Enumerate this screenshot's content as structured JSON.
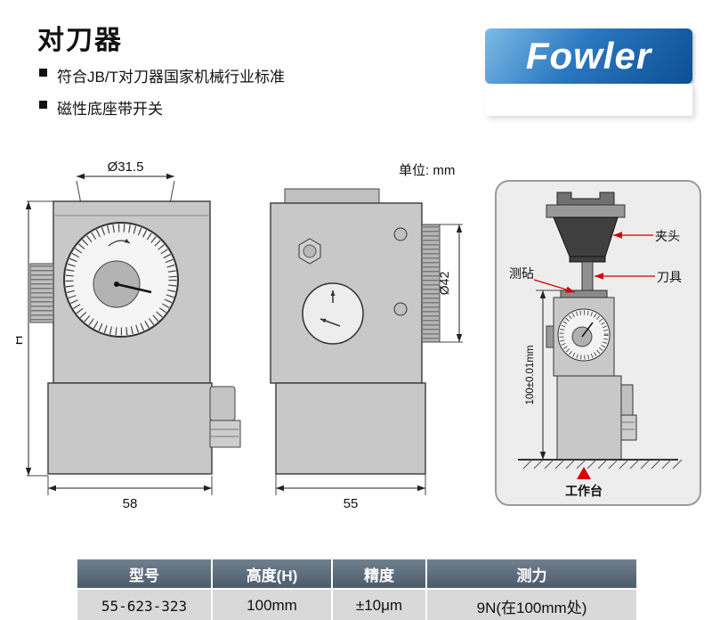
{
  "header": {
    "title": "对刀器",
    "bullets": [
      "符合JB/T对刀器国家机械行业标准",
      "磁性底座带开关"
    ],
    "brand": "Fowler"
  },
  "drawing": {
    "unit_label": "单位: mm",
    "front_view": {
      "dial_diameter": "Ø31.5",
      "height_label": "H",
      "base_width": "58"
    },
    "side_view": {
      "wheel_diameter": "Ø42",
      "base_width": "55"
    },
    "application": {
      "chuck_label": "夹头",
      "tool_label": "刀具",
      "anvil_label": "测砧",
      "height_dim": "100±0.01mm",
      "worktable_label": "工作台"
    }
  },
  "table": {
    "headers": [
      "型号",
      "高度(H)",
      "精度",
      "测力"
    ],
    "rows": [
      [
        "55-623-323",
        "100mm",
        "±10μm",
        "9N(在100mm处)"
      ]
    ]
  },
  "colors": {
    "accent_red": "#d40000",
    "logo_blue_dark": "#0d4f93",
    "logo_blue_light": "#7cbbe6",
    "table_header_bg": "#5b6b7b",
    "table_row_bg": "#d9d9d9"
  }
}
